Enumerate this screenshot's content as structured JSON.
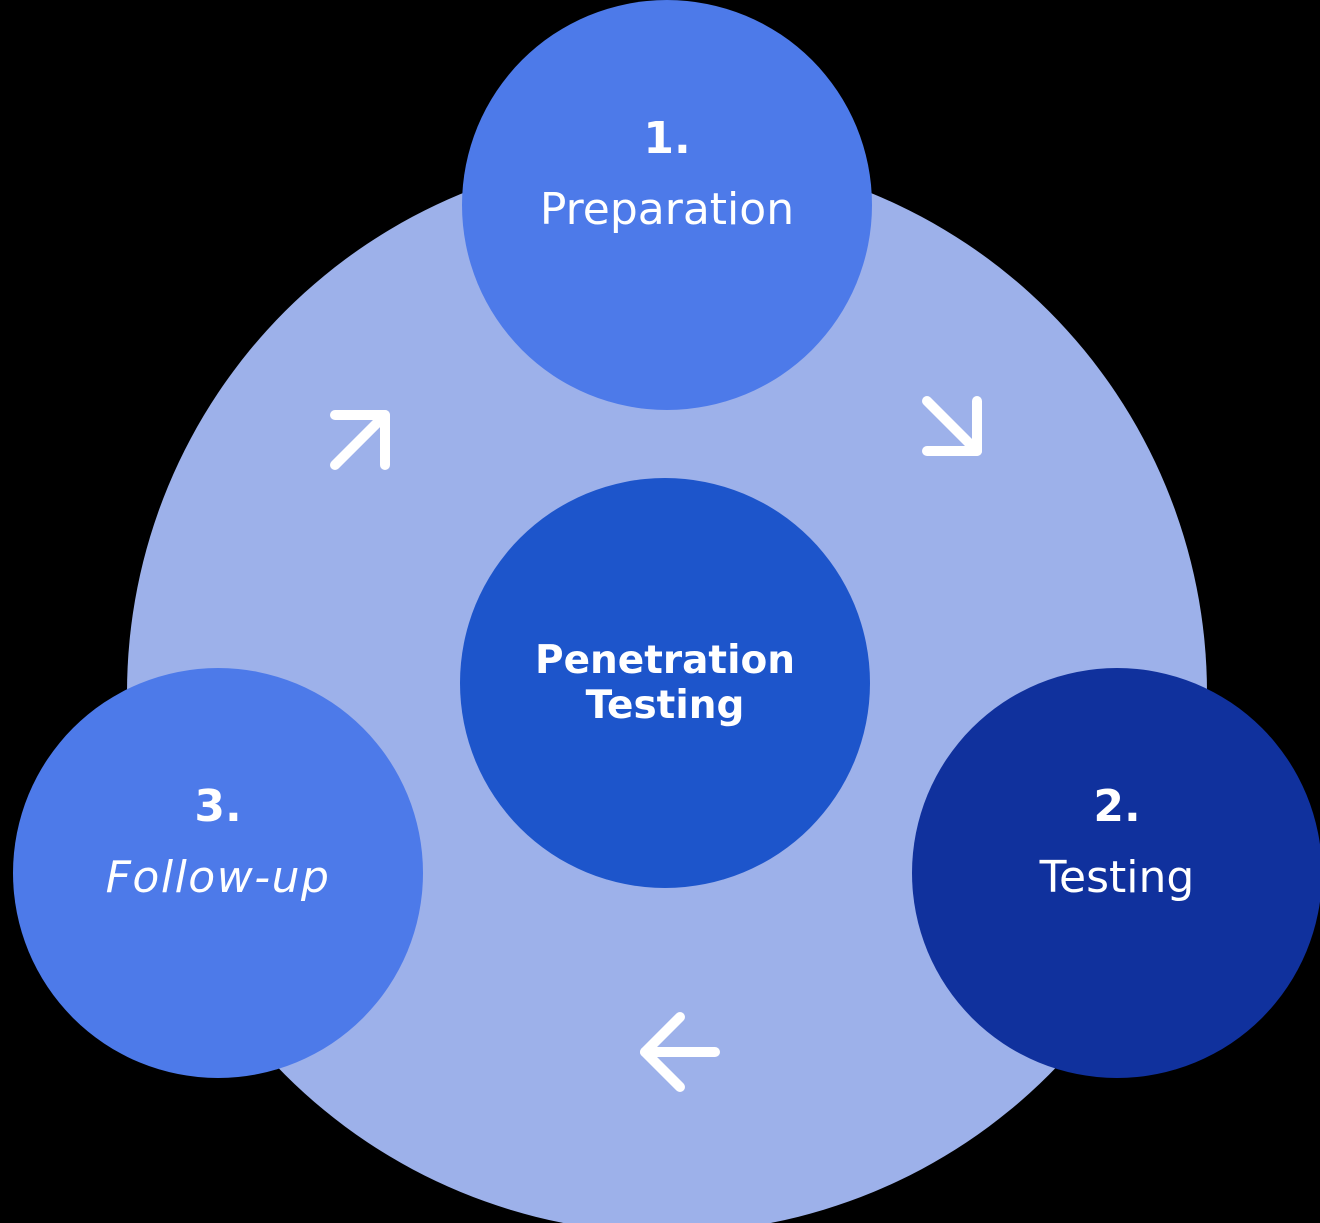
{
  "diagram": {
    "type": "cycle",
    "center": {
      "line1": "Penetration",
      "line2": "Testing"
    },
    "steps": [
      {
        "number": "1.",
        "label": "Preparation"
      },
      {
        "number": "2.",
        "label": "Testing"
      },
      {
        "number": "3.",
        "label": "Follow-up"
      }
    ],
    "arrows": [
      {
        "name": "arrow-up-right-icon",
        "glyph": "↗"
      },
      {
        "name": "arrow-down-right-icon",
        "glyph": "↘"
      },
      {
        "name": "arrow-left-icon",
        "glyph": "←"
      }
    ],
    "colors": {
      "background": "#000000",
      "ring": "#9db1ea",
      "step_blue": "#4d7ae9",
      "center_blue": "#1d55cb",
      "step_navy": "#10319d",
      "text": "#ffffff",
      "arrow": "#ffffff"
    }
  }
}
